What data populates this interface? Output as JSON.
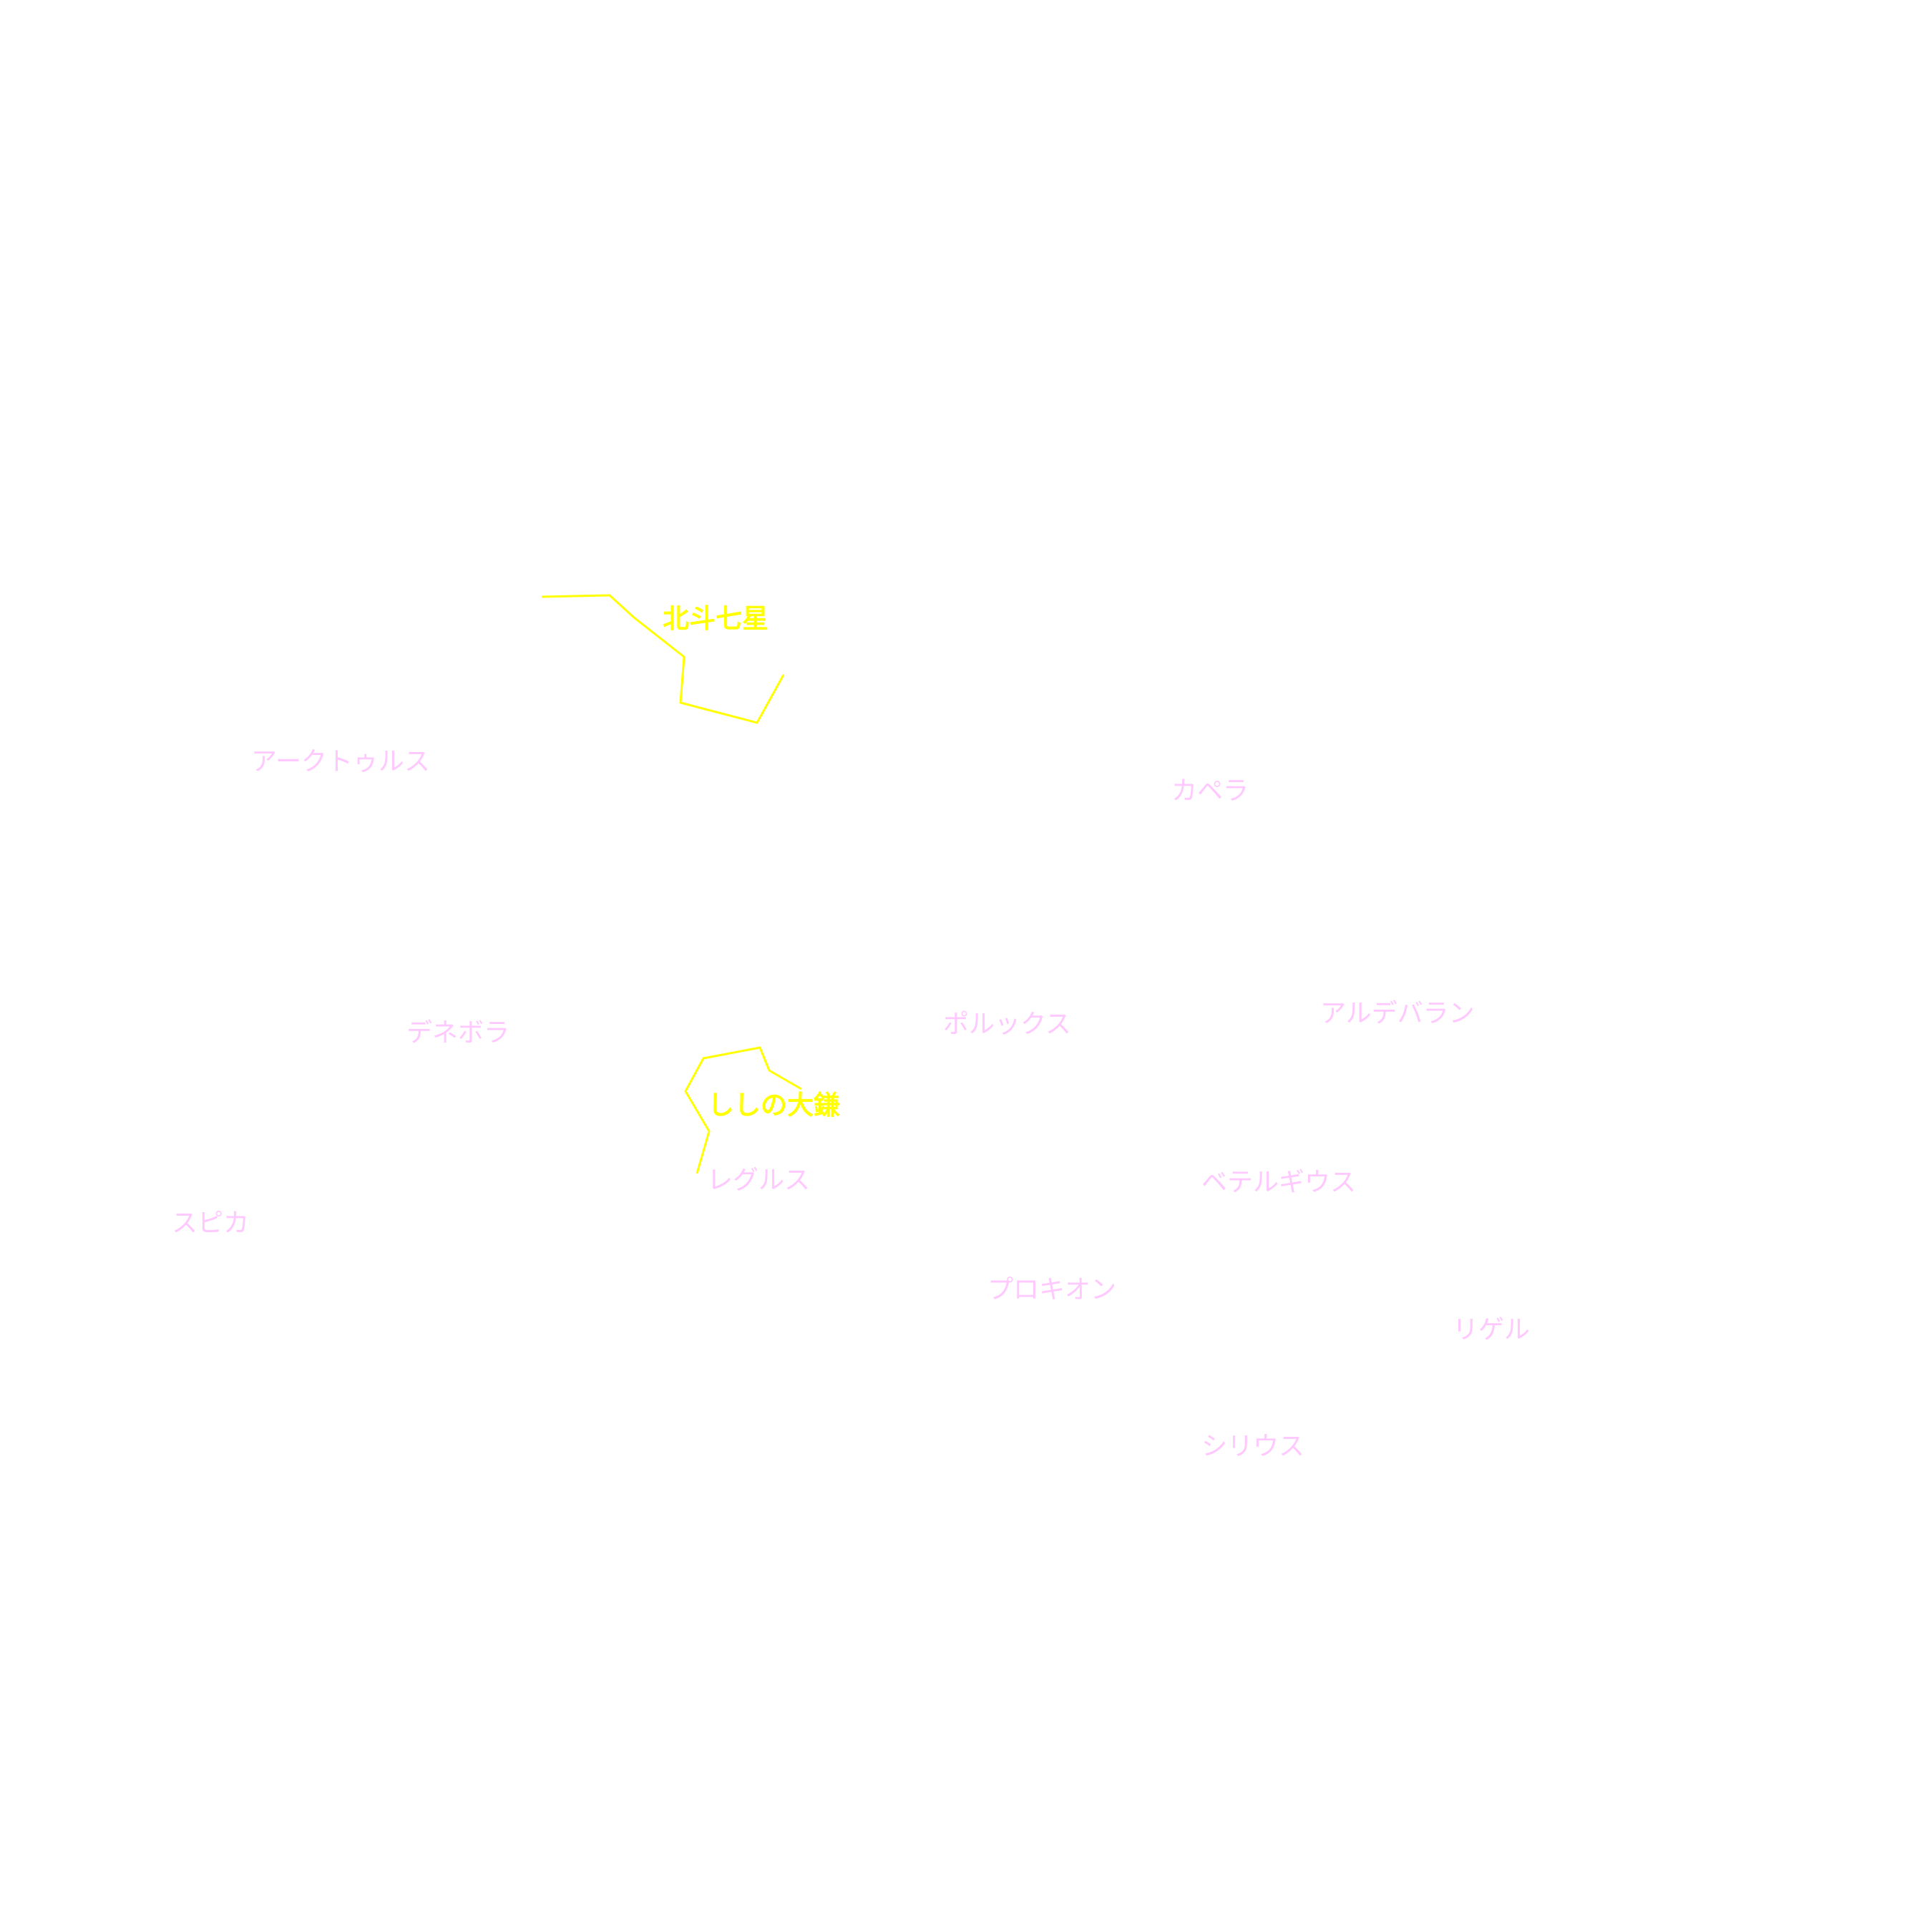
{
  "colors": {
    "background": "#ffffff",
    "star_label": "#ffc8ff",
    "asterism": "#ffff00"
  },
  "stars": {
    "arcturus": "アークトゥルス",
    "capella": "カペラ",
    "denebola": "デネボラ",
    "pollux": "ポルックス",
    "aldebaran": "アルデバラン",
    "regulus": "レグルス",
    "betelgeuse": "ベテルギウス",
    "spica": "スピカ",
    "procyon": "プロキオン",
    "rigel": "リゲル",
    "sirius": "シリウス"
  },
  "asterisms": {
    "big_dipper": "北斗七星",
    "sickle_of_leo": "ししの大鎌"
  }
}
